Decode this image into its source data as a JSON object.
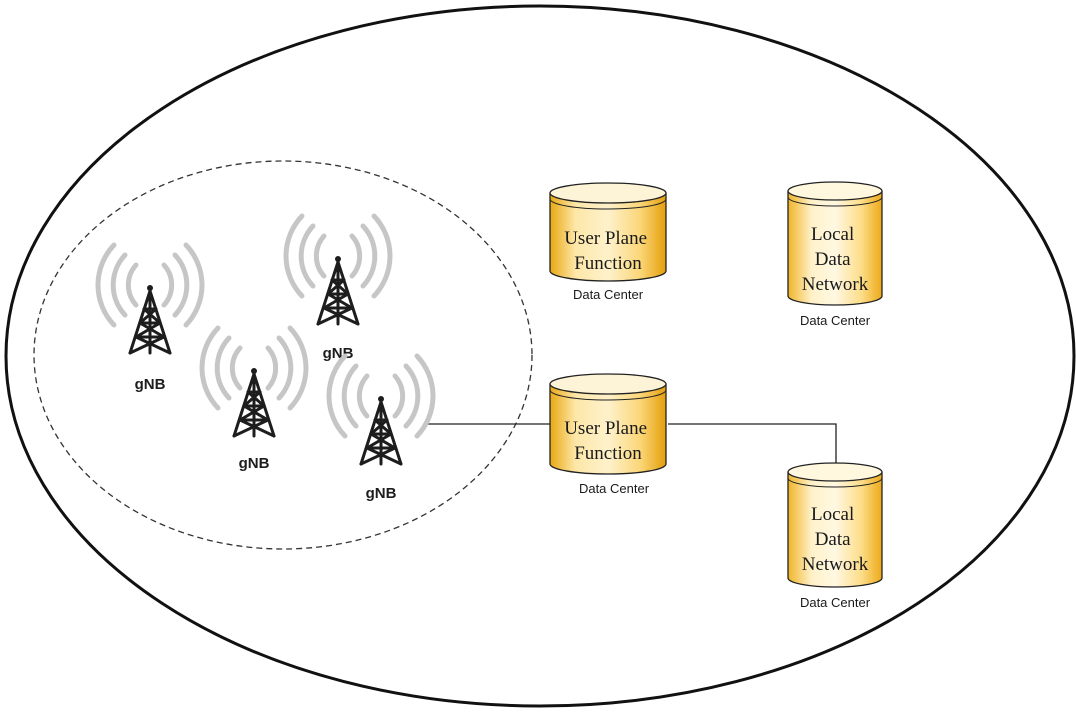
{
  "towers": [
    {
      "label": "gNB"
    },
    {
      "label": "gNB"
    },
    {
      "label": "gNB"
    },
    {
      "label": "gNB"
    }
  ],
  "databases": [
    {
      "title_lines": [
        "User Plane",
        "Function"
      ],
      "caption": "Data Center"
    },
    {
      "title_lines": [
        "Local",
        "Data",
        "Network"
      ],
      "caption": "Data Center"
    },
    {
      "title_lines": [
        "User Plane",
        "Function"
      ],
      "caption": "Data Center"
    },
    {
      "title_lines": [
        "Local",
        "Data",
        "Network"
      ],
      "caption": "Data Center"
    }
  ],
  "colors": {
    "cylinder_top": "#fdf3d4",
    "cylinder_body_light": "#fde6a3",
    "cylinder_body_dark": "#e7a40f",
    "cylinder_local_light": "#fff4d0",
    "cylinder_local_dark": "#f2b62b",
    "outline": "#1a1a1a",
    "signal": "#c4c4c4"
  }
}
